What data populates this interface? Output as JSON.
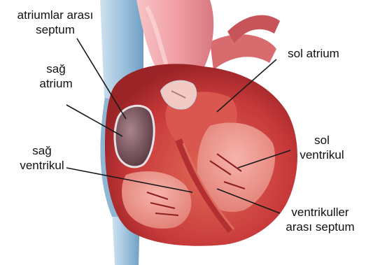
{
  "diagram": {
    "labels": {
      "interatrial_septum": [
        "atriumlar arası",
        "septum"
      ],
      "right_atrium": [
        "sağ",
        "atrium"
      ],
      "left_atrium": [
        "sol atrium"
      ],
      "left_ventricle": [
        "sol",
        "ventrikul"
      ],
      "right_ventricle": [
        "sağ",
        "ventrikul"
      ],
      "interventricular_septum": [
        "ventrikuller",
        "arası septum"
      ]
    },
    "colors": {
      "aorta": "#f0a0a6",
      "myocardium": "#c8393a",
      "muscle_highlight": "#e06a57",
      "chamber_interior": "#ef8f84",
      "vena_cava": "#9ec3de",
      "right_atrium_dark": "#6e4c55",
      "leader_line": "#1a1a1a"
    }
  }
}
